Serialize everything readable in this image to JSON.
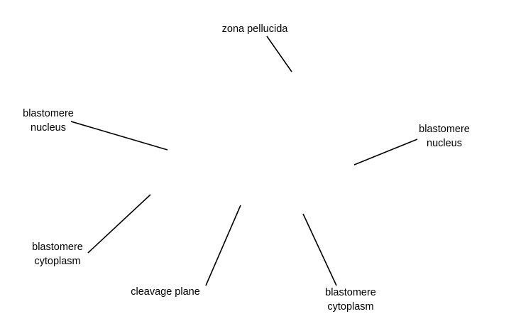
{
  "labels": {
    "zona_pellucida": {
      "lines": [
        "zona pellucida"
      ]
    },
    "blastomere_nucleus_left": {
      "lines": [
        "blastomere",
        "nucleus"
      ]
    },
    "blastomere_nucleus_right": {
      "lines": [
        "blastomere",
        "nucleus"
      ]
    },
    "blastomere_cytoplasm_left": {
      "lines": [
        "blastomere",
        "cytoplasm"
      ]
    },
    "cleavage_plane": {
      "lines": [
        "cleavage plane"
      ]
    },
    "blastomere_cytoplasm_right": {
      "lines": [
        "blastomere",
        "cytoplasm"
      ]
    }
  },
  "colors": {
    "background": "#ffffff",
    "text": "#000000",
    "leader_line": "#000000"
  }
}
